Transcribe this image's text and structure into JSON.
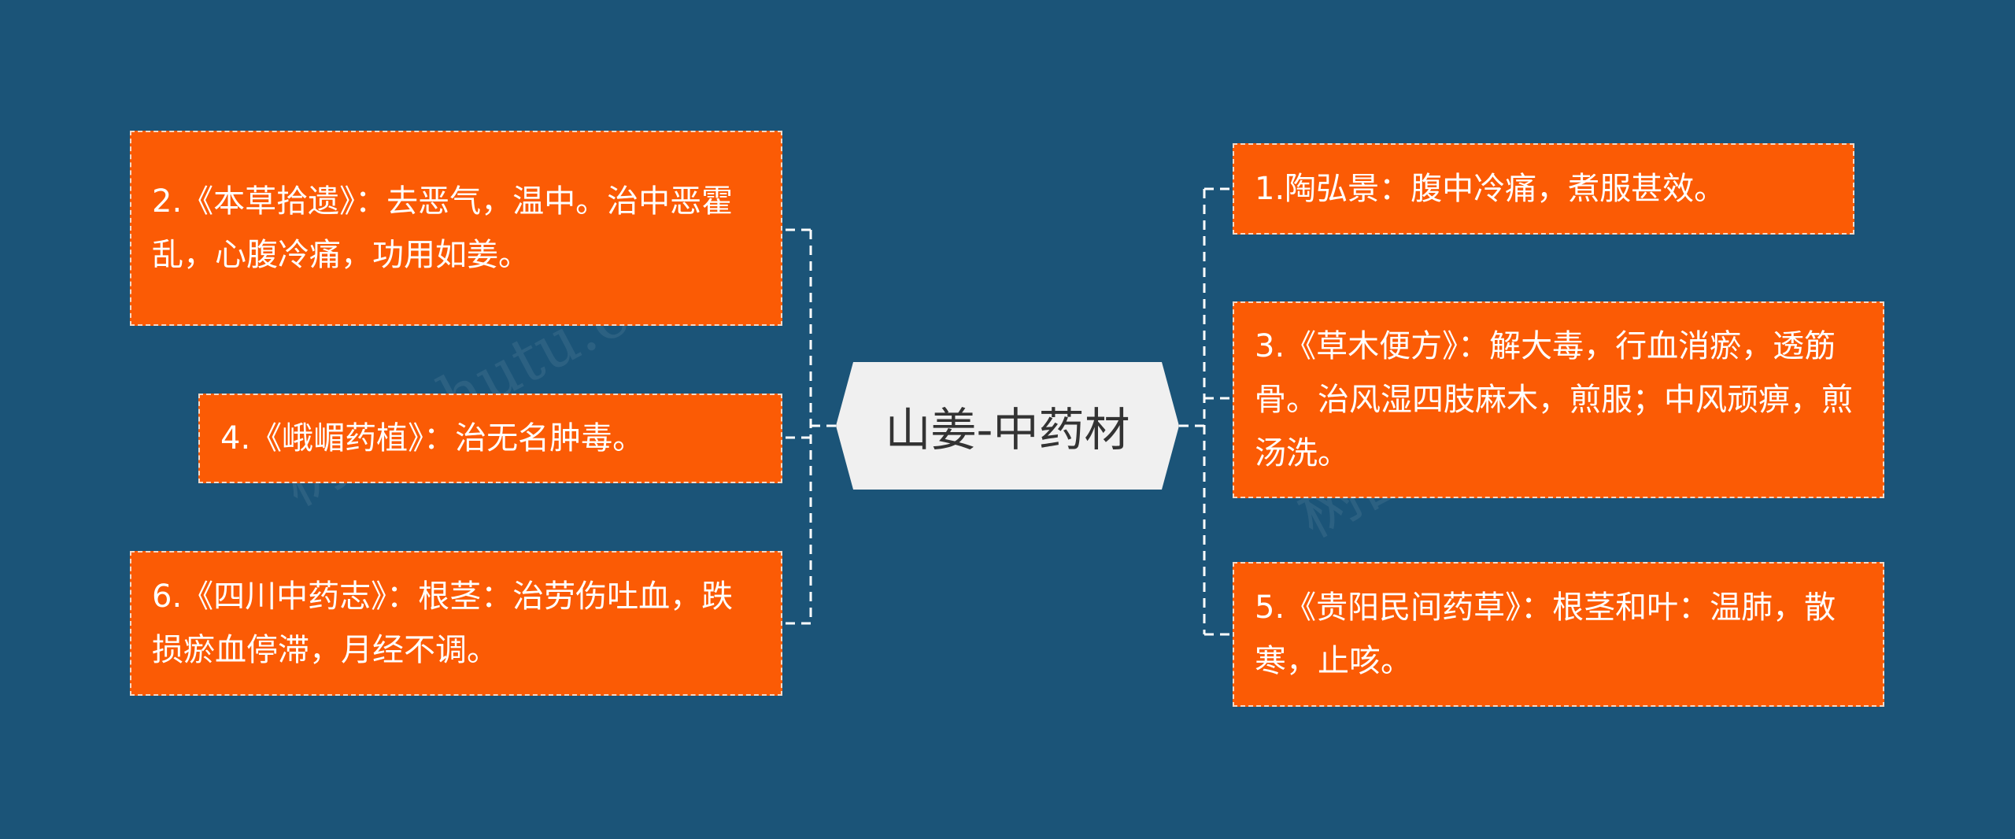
{
  "center": {
    "label": "山姜-中药材"
  },
  "nodes": {
    "n1": "1.陶弘景：腹中冷痛，煮服甚效。",
    "n2": "2.《本草拾遗》：去恶气，温中。治中恶霍乱，心腹冷痛，功用如姜。",
    "n3": "3.《草木便方》：解大毒，行血消瘀，透筋骨。治风湿四肢麻木，煎服；中风顽痹，煎汤洗。",
    "n4": "4.《峨嵋药植》：治无名肿毒。",
    "n5": "5.《贵阳民间药草》：根茎和叶：温肺，散寒，止咳。",
    "n6": "6.《四川中药志》：根茎：治劳伤吐血，跌损瘀血停滞，月经不调。"
  },
  "watermarks": {
    "left": "树图 shutu.cn",
    "right": "树图 shutu.cn"
  },
  "colors": {
    "background": "#1b5478",
    "node_fill": "#fb5b05",
    "node_border": "#f3d9c8",
    "center_fill": "#f0f0f0",
    "connector": "#ffffff"
  }
}
